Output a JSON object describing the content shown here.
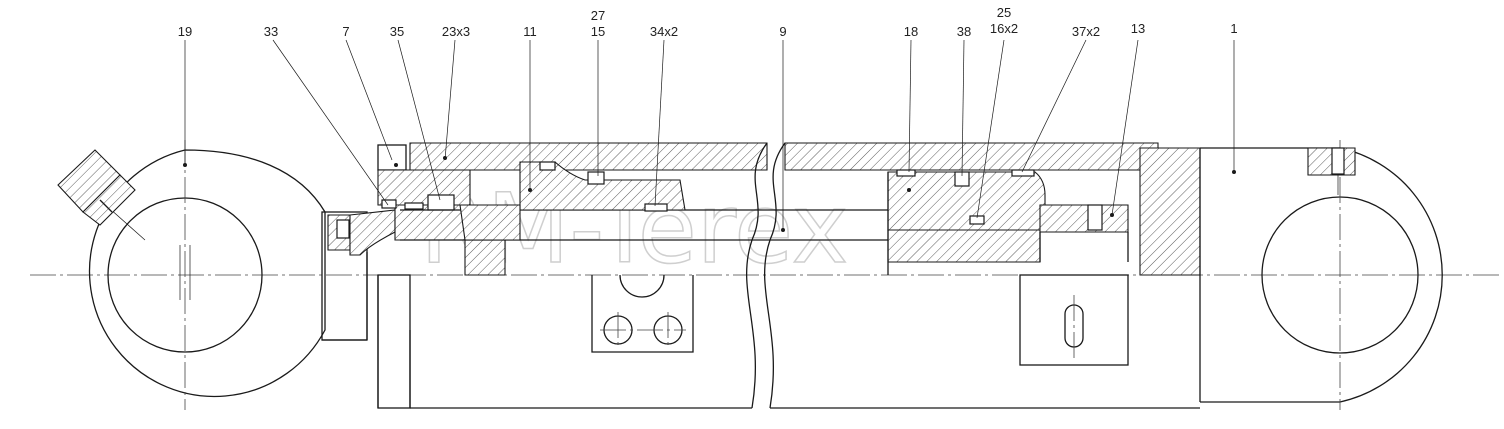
{
  "diagram": {
    "watermark": "RM-Terex",
    "callouts": [
      {
        "id": "c19",
        "label": "19"
      },
      {
        "id": "c33",
        "label": "33"
      },
      {
        "id": "c7",
        "label": "7"
      },
      {
        "id": "c35",
        "label": "35"
      },
      {
        "id": "c23",
        "label": "23x3"
      },
      {
        "id": "c11",
        "label": "11"
      },
      {
        "id": "c27",
        "label": "27"
      },
      {
        "id": "c15",
        "label": "15"
      },
      {
        "id": "c34",
        "label": "34x2"
      },
      {
        "id": "c9",
        "label": "9"
      },
      {
        "id": "c18",
        "label": "18"
      },
      {
        "id": "c38",
        "label": "38"
      },
      {
        "id": "c25",
        "label": "25"
      },
      {
        "id": "c16",
        "label": "16x2"
      },
      {
        "id": "c37",
        "label": "37x2"
      },
      {
        "id": "c13",
        "label": "13"
      },
      {
        "id": "c1",
        "label": "1"
      }
    ]
  }
}
